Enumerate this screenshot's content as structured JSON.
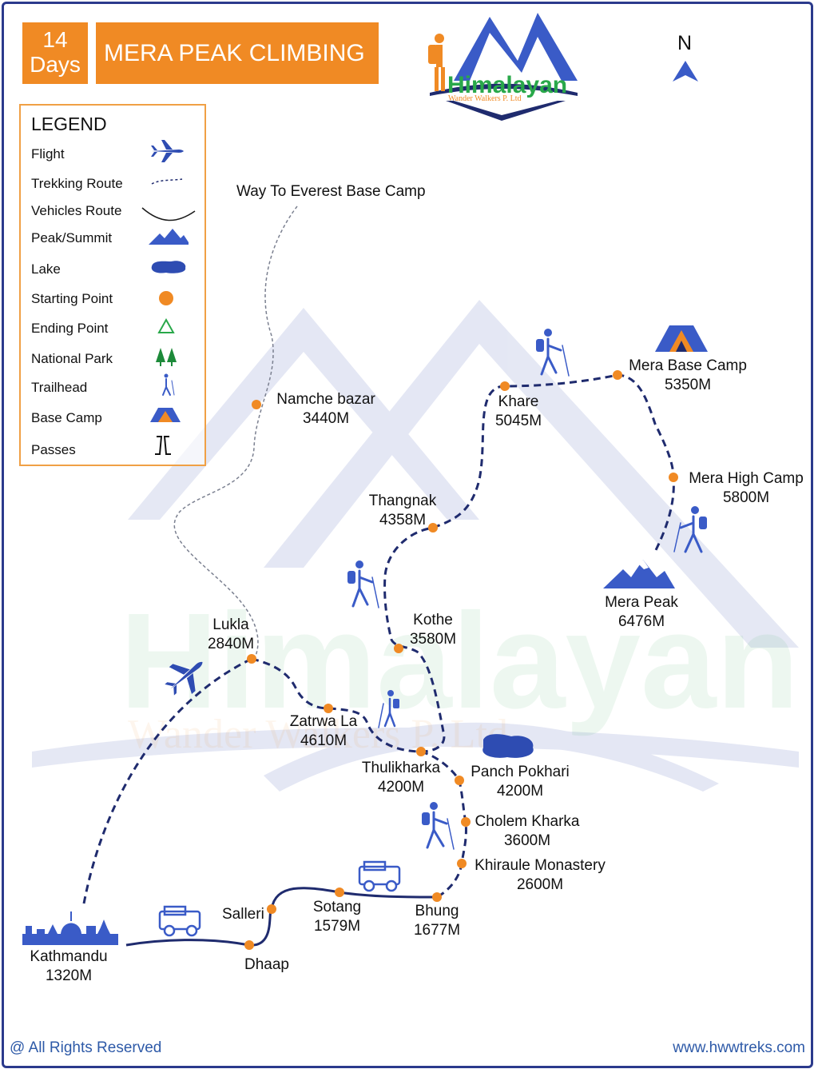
{
  "header": {
    "days_number": "14",
    "days_word": "Days",
    "title": "MERA PEAK CLIMBING"
  },
  "logo": {
    "brand": "Himalayan",
    "tagline": "Wander Walkers P. Ltd"
  },
  "compass": {
    "label": "N"
  },
  "legend": {
    "title": "LEGEND",
    "items": [
      {
        "label": "Flight",
        "icon": "plane-icon"
      },
      {
        "label": "Trekking Route",
        "icon": "dashed-line-icon"
      },
      {
        "label": "Vehicles Route",
        "icon": "curve-line-icon"
      },
      {
        "label": "Peak/Summit",
        "icon": "mountain-icon"
      },
      {
        "label": "Lake",
        "icon": "lake-icon"
      },
      {
        "label": "Starting Point",
        "icon": "orange-dot-icon"
      },
      {
        "label": "Ending Point",
        "icon": "green-triangle-icon"
      },
      {
        "label": "National Park",
        "icon": "trees-icon"
      },
      {
        "label": "Trailhead",
        "icon": "hiker-icon"
      },
      {
        "label": "Base Camp",
        "icon": "tent-icon"
      },
      {
        "label": "Passes",
        "icon": "pass-icon"
      }
    ]
  },
  "colors": {
    "accent": "#f08a24",
    "route": "#1f2b6e",
    "icon_blue": "#3a5bc7",
    "footer": "#2e5aa8"
  },
  "places": {
    "everest": "Way To Everest Base Camp",
    "namche_name": "Namche bazar",
    "namche_alt": "3440M",
    "khare_name": "Khare",
    "khare_alt": "5045M",
    "mera_base_name": "Mera Base Camp",
    "mera_base_alt": "5350M",
    "mera_high_name": "Mera High Camp",
    "mera_high_alt": "5800M",
    "thangnak_name": "Thangnak",
    "thangnak_alt": "4358M",
    "mera_peak_name": "Mera Peak",
    "mera_peak_alt": "6476M",
    "lukla_name": "Lukla",
    "lukla_alt": "2840M",
    "kothe_name": "Kothe",
    "kothe_alt": "3580M",
    "zatrwa_name": "Zatrwa La",
    "zatrwa_alt": "4610M",
    "thulikharka_name": "Thulikharka",
    "thulikharka_alt": "4200M",
    "panch_name": "Panch Pokhari",
    "panch_alt": "4200M",
    "cholem_name": "Cholem Kharka",
    "cholem_alt": "3600M",
    "khiraule_name": "Khiraule Monastery",
    "khiraule_alt": "2600M",
    "salleri_name": "Salleri",
    "sotang_name": "Sotang",
    "sotang_alt": "1579M",
    "bhung_name": "Bhung",
    "bhung_alt": "1677M",
    "kathmandu_name": "Kathmandu",
    "kathmandu_alt": "1320M",
    "dhaap_name": "Dhaap"
  },
  "footer": {
    "copyright": "@ All Rights Reserved",
    "website": "www.hwwtreks.com"
  }
}
